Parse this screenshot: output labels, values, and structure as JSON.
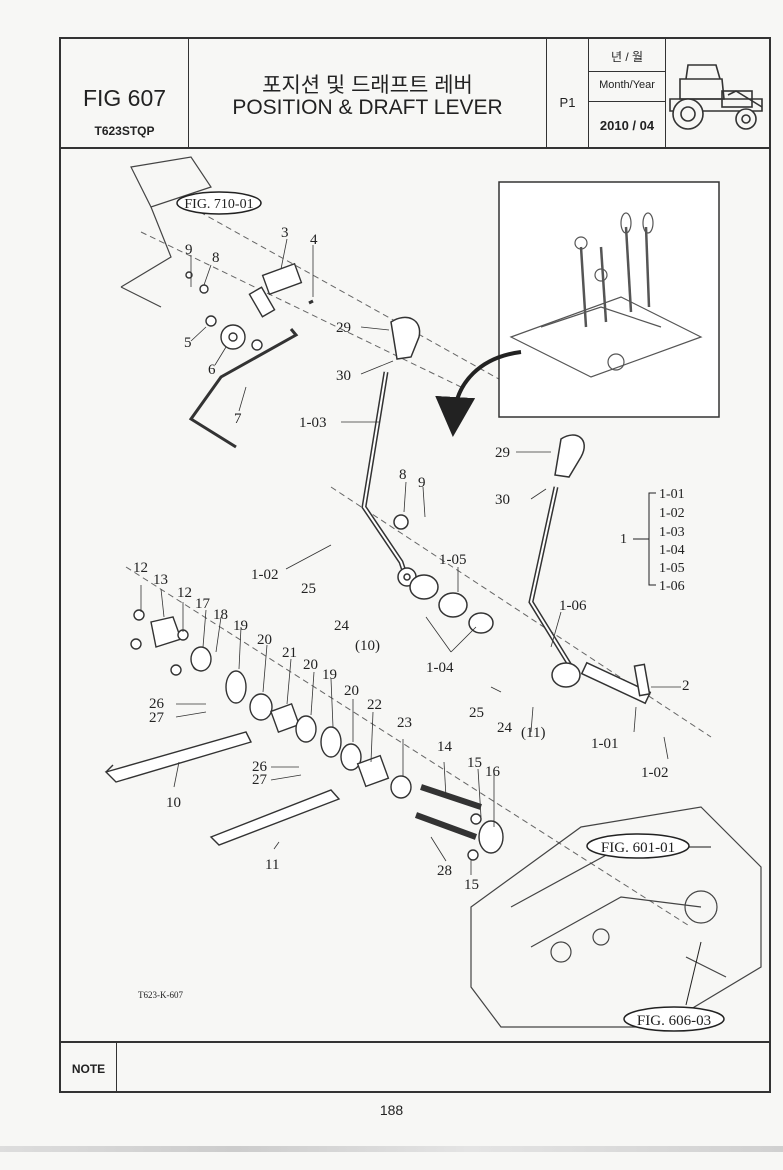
{
  "header": {
    "fig_number": "FIG 607",
    "model": "T623STQP",
    "title_korean": "포지션 및 드래프트 레버",
    "title_english": "POSITION & DRAFT LEVER",
    "page": "P1",
    "date_label_korean": "년 / 월",
    "date_label": "Month/Year",
    "date_value": "2010 / 04"
  },
  "diagram": {
    "references": {
      "fig_710": "FIG. 710-01",
      "fig_601": "FIG. 601-01",
      "fig_606": "FIG. 606-03"
    },
    "drawing_code": "T623-K-607",
    "assembly_number": "1",
    "assembly_items": [
      "1-01",
      "1-02",
      "1-03",
      "1-04",
      "1-05",
      "1-06"
    ],
    "callouts": {
      "p1_01": "1-01",
      "p1_02a": "1-02",
      "p1_02b": "1-02",
      "p1_03": "1-03",
      "p1_04": "1-04",
      "p1_05": "1-05",
      "p1_06": "1-06",
      "p2": "2",
      "p3": "3",
      "p4": "4",
      "p5": "5",
      "p6": "6",
      "p7": "7",
      "p8a": "8",
      "p8b": "8",
      "p9a": "9",
      "p9b": "9",
      "p10": "10",
      "p10b": "(10)",
      "p11": "11",
      "p11b": "(11)",
      "p12a": "12",
      "p12b": "12",
      "p13": "13",
      "p14": "14",
      "p15a": "15",
      "p15b": "15",
      "p16": "16",
      "p17": "17",
      "p18": "18",
      "p19a": "19",
      "p19b": "19",
      "p20a": "20",
      "p20b": "20",
      "p20c": "20",
      "p21": "21",
      "p22": "22",
      "p23": "23",
      "p24a": "24",
      "p24b": "24",
      "p25a": "25",
      "p25b": "25",
      "p26a": "26",
      "p26b": "26",
      "p27a": "27",
      "p27b": "27",
      "p28": "28",
      "p29a": "29",
      "p29b": "29",
      "p30a": "30",
      "p30b": "30"
    }
  },
  "note": {
    "label": "NOTE",
    "text": ""
  },
  "footer": {
    "page_number": "188"
  }
}
